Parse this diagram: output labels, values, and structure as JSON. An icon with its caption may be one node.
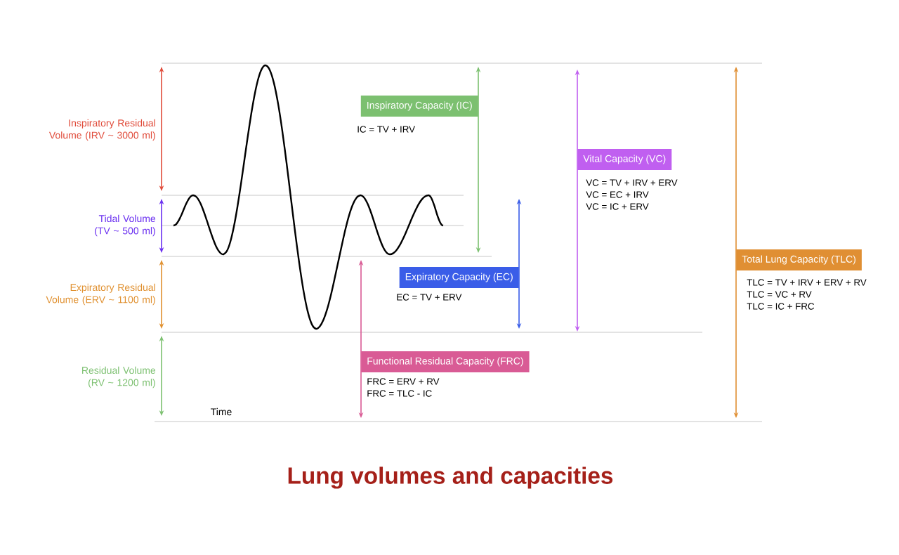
{
  "diagram": {
    "title": "Lung volumes and capacities",
    "nodes": [
      {
        "text": [
          "Inspiratory Capacity (IC)",
          "IC = TV + IRV"
        ]
      },
      {
        "text": [
          "Vital Capacity (VC)",
          "VC = TV + IRV + ERV",
          "VC = EC + IRV",
          "VC = IC + ERV"
        ]
      },
      {
        "text": [
          "Total Lung Capacity (TLC)",
          "TLC = TV + IRV + ERV + RV",
          "TLC = VC + RV",
          "TLC = IC + FRC"
        ]
      },
      {
        "text": [
          "Expiratory Capacity (EC)",
          "EC = TV + ERV"
        ]
      },
      {
        "text": [
          "Functional Residual Capacity (FRC)",
          "FRC = ERV + RV",
          "FRC = TLC - IC"
        ]
      }
    ],
    "labels": [
      "Inspiratory Residual Volume (IRV ~ 3000 ml)",
      "Tidal Volume (TV ~ 500 ml)",
      "Expiratory Residual Volume (ERV ~ 1100 ml)",
      "Residual Volume (RV ~ 1200 ml)",
      "Time"
    ]
  }
}
